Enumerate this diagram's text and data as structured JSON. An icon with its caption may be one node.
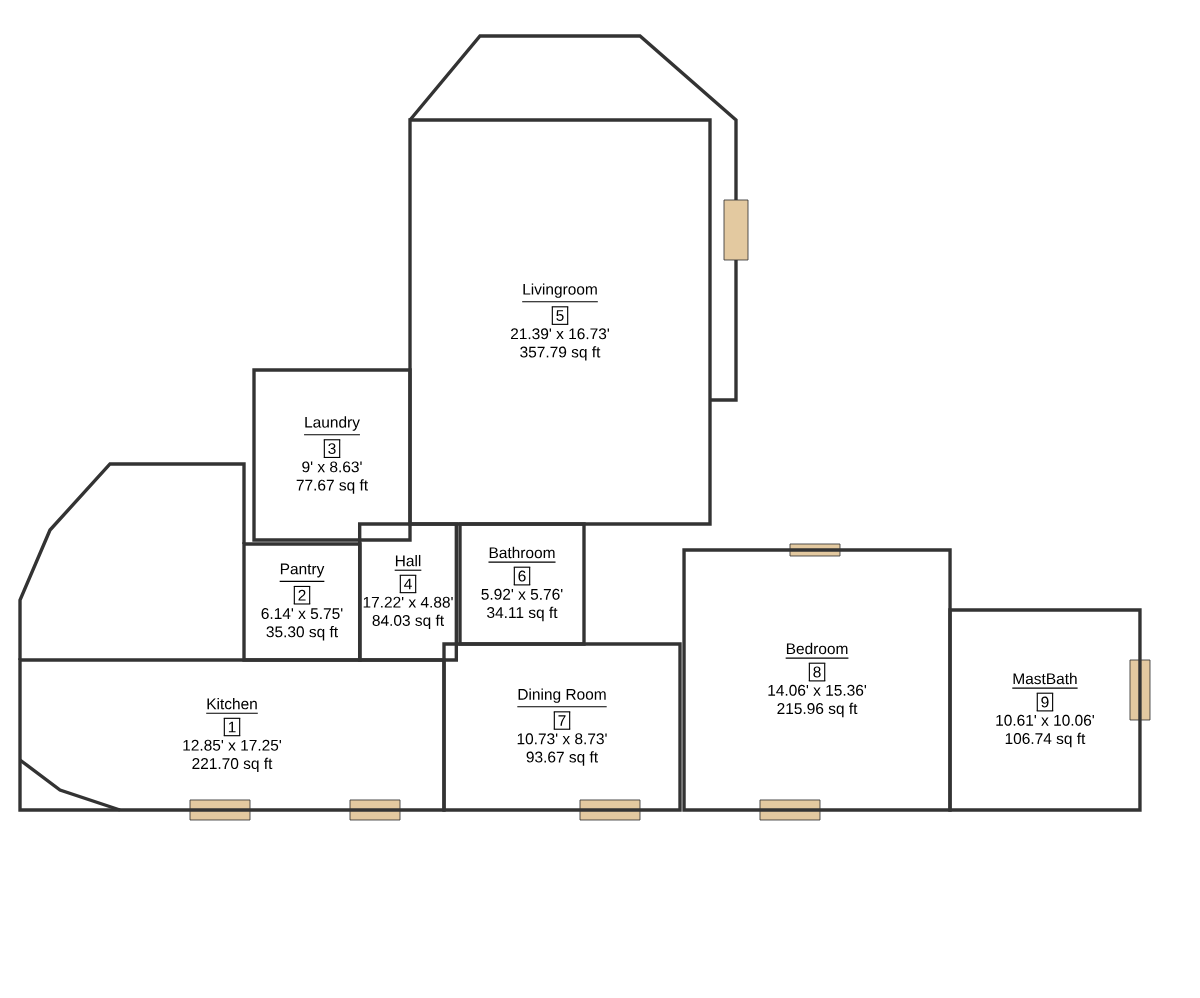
{
  "diagram": {
    "nodes": [
      {
        "text": [
          "Kitchen",
          "1",
          "12.85' x 17.25'",
          "221.70 sq ft"
        ]
      },
      {
        "text": [
          "Pantry",
          "2",
          "6.14' x 5.75'",
          "35.30 sq ft"
        ]
      },
      {
        "text": [
          "Laundry",
          "3",
          "9' x 8.63'",
          "77.67 sq ft"
        ]
      },
      {
        "text": [
          "Hall",
          "4",
          "17.22' x 4.88'",
          "84.03 sq ft"
        ]
      },
      {
        "text": [
          "Livingroom",
          "5",
          "21.39' x 16.73'",
          "357.79 sq ft"
        ]
      },
      {
        "text": [
          "Bathroom",
          "6",
          "5.92' x 5.76'",
          "34.11 sq ft"
        ]
      },
      {
        "text": [
          "Dining Room",
          "7",
          "10.73' x 8.73'",
          "93.67 sq ft"
        ]
      },
      {
        "text": [
          "Bedroom",
          "8",
          "14.06' x 15.36'",
          "215.96 sq ft"
        ]
      },
      {
        "text": [
          "MastBath",
          "9",
          "10.61' x 10.06'",
          "106.74 sq ft"
        ]
      }
    ]
  }
}
